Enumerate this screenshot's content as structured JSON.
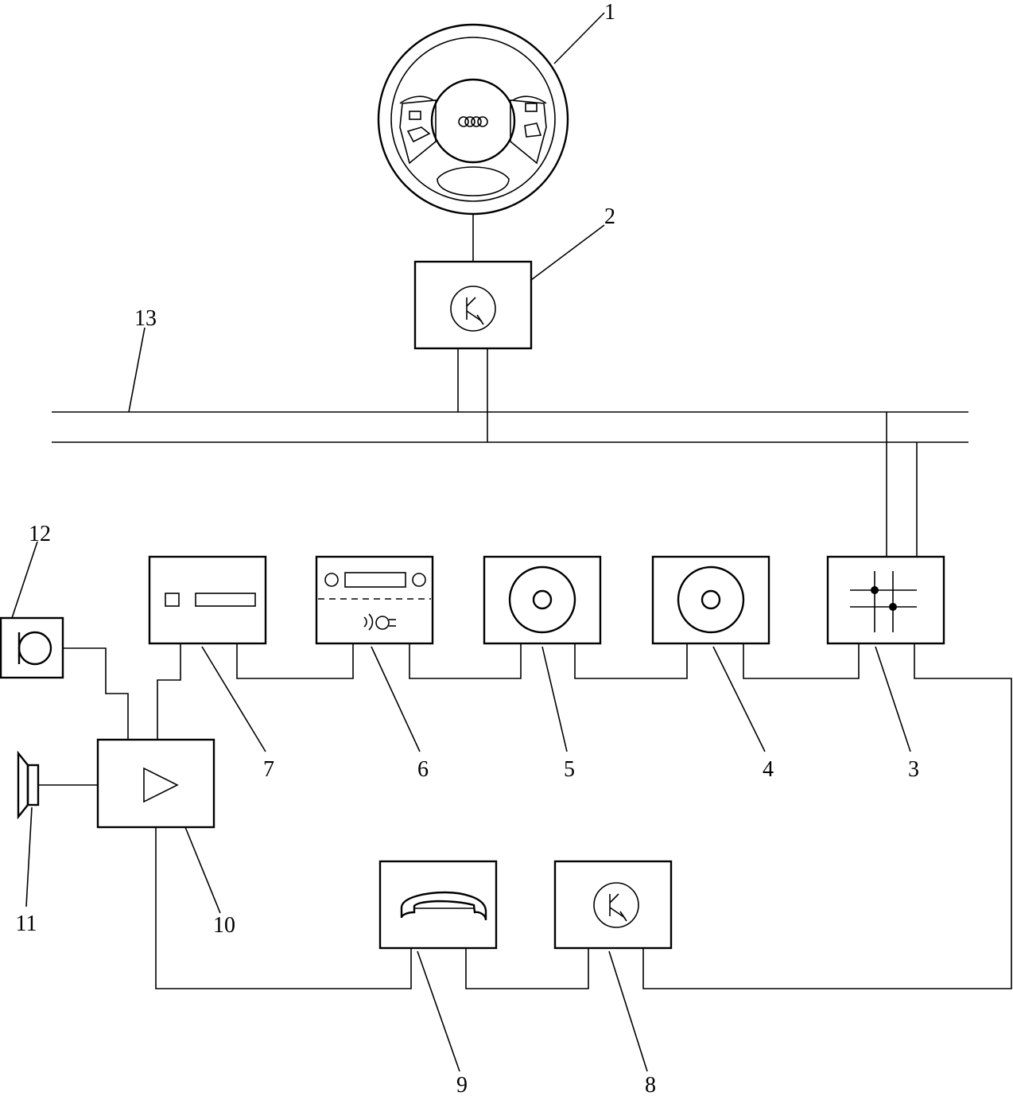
{
  "labels": {
    "n1": "1",
    "n2": "2",
    "n3": "3",
    "n4": "4",
    "n5": "5",
    "n6": "6",
    "n7": "7",
    "n8": "8",
    "n9": "9",
    "n10": "10",
    "n11": "11",
    "n12": "12",
    "n13": "13"
  },
  "icons": {
    "steering_wheel": "steering-wheel-icon",
    "control_unit": "transistor-icon",
    "navigation": "crosshair-grid-icon",
    "cd_changer": "disc-icon",
    "radio": "radio-tuner-icon",
    "card_reader": "card-slot-icon",
    "amplifier": "amplifier-triangle-icon",
    "speaker": "speaker-icon",
    "microphone": "microphone-icon",
    "telephone": "telephone-handset-icon"
  },
  "colors": {
    "stroke": "#000000",
    "background": "#ffffff"
  }
}
